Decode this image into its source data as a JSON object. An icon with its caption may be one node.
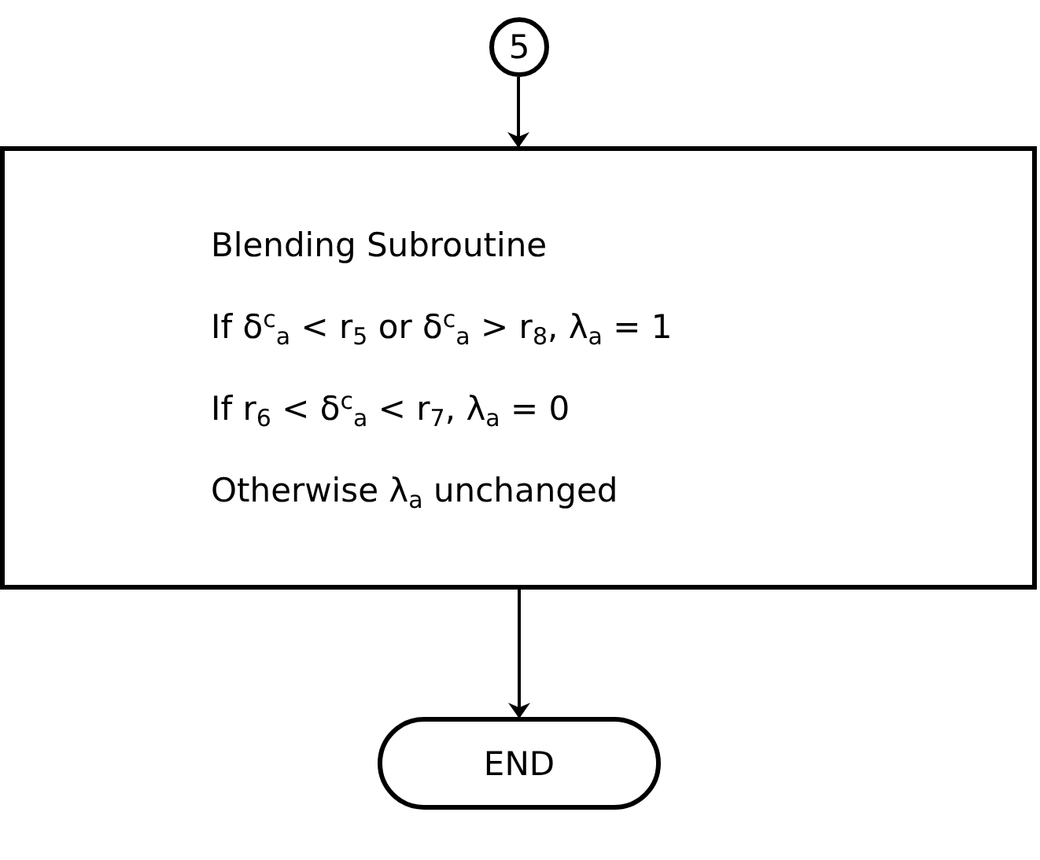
{
  "diagram": {
    "nodes": [
      {
        "text": [
          "5"
        ]
      },
      {
        "text": [
          "Blending Subroutine",
          "If δ$^{c}$$_{a}$ < r$_{5}$ or δ$^{c}$$_{a}$ > r$_{8}$, λ$_{a}$ = 1",
          "If r$_{6}$ < δ$^{c}$$_{a}$ < r$_{7}$, λ$_{a}$ = 0",
          "Otherwise λ$_{a}$ unchanged"
        ]
      },
      {
        "text": [
          "END"
        ]
      }
    ],
    "edges": [
      {
        "from": 0,
        "to": 1,
        "arrow": "to"
      },
      {
        "from": 1,
        "to": 2,
        "arrow": "to"
      }
    ]
  }
}
